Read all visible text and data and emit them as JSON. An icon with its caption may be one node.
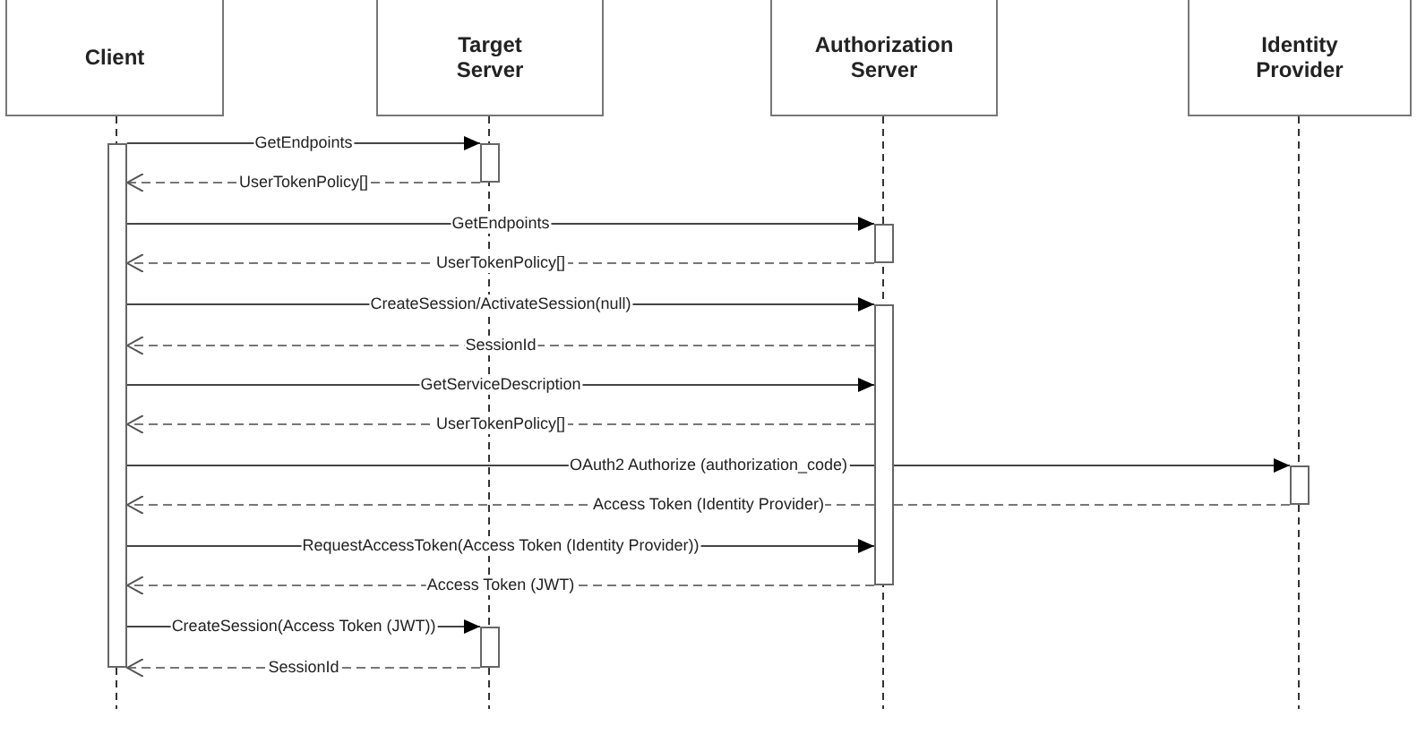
{
  "diagram": {
    "nodes": [
      {
        "text": [
          "Client"
        ]
      },
      {
        "text": [
          "Target Server"
        ]
      },
      {
        "text": [
          "Authorization Server"
        ]
      },
      {
        "text": [
          "Identity Provider"
        ]
      },
      {
        "text": [],
        "shape": "bar"
      },
      {
        "text": [],
        "shape": "bar"
      },
      {
        "text": [],
        "shape": "bar"
      },
      {
        "text": [],
        "shape": "bar"
      },
      {
        "text": [],
        "shape": "bar"
      },
      {
        "text": [],
        "shape": "bar"
      }
    ],
    "edges": [
      {
        "from": 4,
        "to": 5,
        "arrow": "to",
        "label": "GetEndpoints"
      },
      {
        "from": 5,
        "to": 4,
        "arrow": "to",
        "label": "UserTokenPolicy[]",
        "style": "dashed"
      },
      {
        "from": 4,
        "to": 7,
        "arrow": "to",
        "label": "GetEndpoints"
      },
      {
        "from": 7,
        "to": 4,
        "arrow": "to",
        "label": "UserTokenPolicy[]",
        "style": "dashed"
      },
      {
        "from": 4,
        "to": 8,
        "arrow": "to",
        "label": "CreateSession/ActivateSession(null)"
      },
      {
        "from": 8,
        "to": 4,
        "arrow": "to",
        "label": "SessionId",
        "style": "dashed"
      },
      {
        "from": 4,
        "to": 8,
        "arrow": "to",
        "label": "GetServiceDescription"
      },
      {
        "from": 8,
        "to": 4,
        "arrow": "to",
        "label": "UserTokenPolicy[]",
        "style": "dashed"
      },
      {
        "from": 4,
        "to": 9,
        "arrow": "to",
        "label": "OAuth2 Authorize (authorization_code)"
      },
      {
        "from": 9,
        "to": 4,
        "arrow": "to",
        "label": "Access Token (Identity Provider)",
        "style": "dashed"
      },
      {
        "from": 4,
        "to": 8,
        "arrow": "to",
        "label": "RequestAccessToken(Access Token (Identity Provider))"
      },
      {
        "from": 8,
        "to": 4,
        "arrow": "to",
        "label": "Access Token (JWT)",
        "style": "dashed"
      },
      {
        "from": 4,
        "to": 6,
        "arrow": "to",
        "label": "CreateSession(Access Token (JWT))"
      },
      {
        "from": 6,
        "to": 4,
        "arrow": "to",
        "label": "SessionId",
        "style": "dashed"
      }
    ]
  }
}
